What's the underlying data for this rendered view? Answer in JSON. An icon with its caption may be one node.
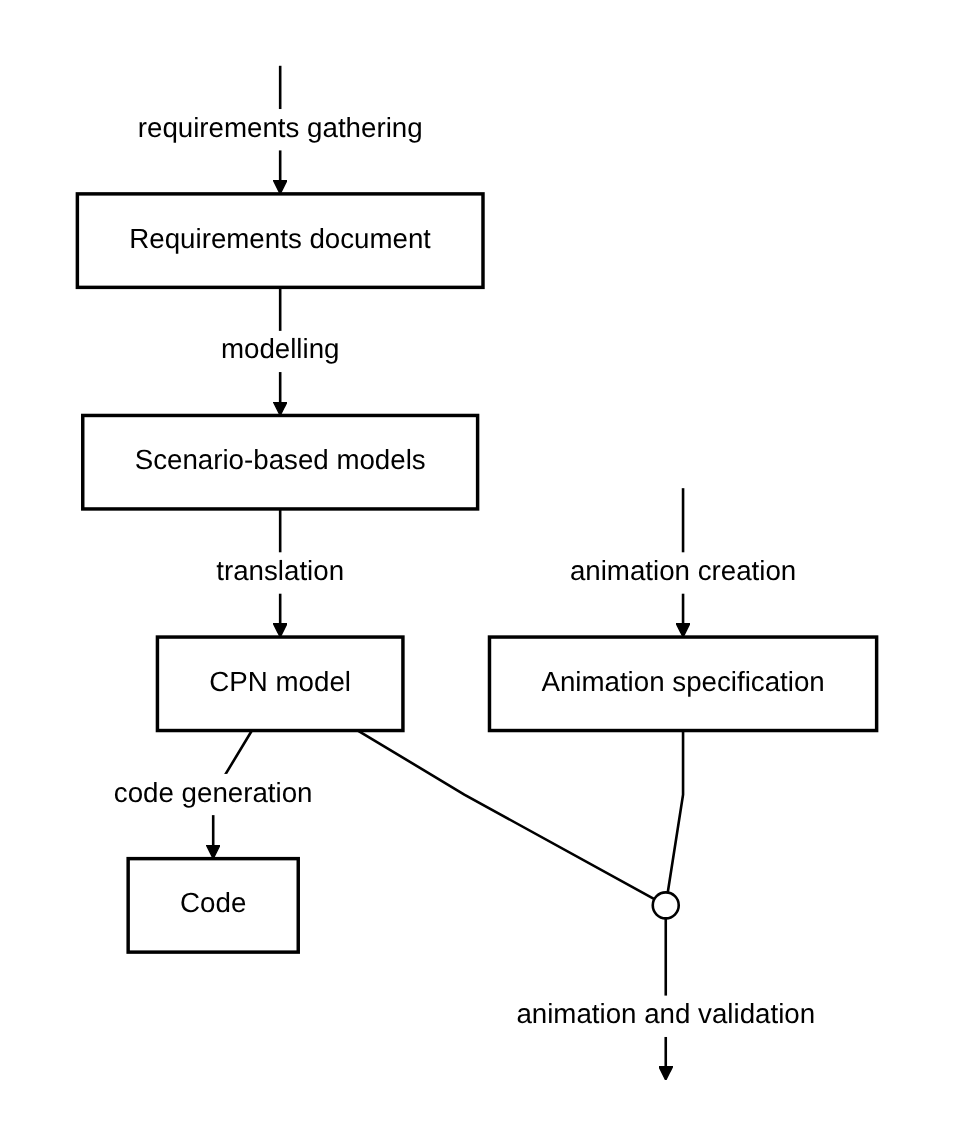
{
  "diagram": {
    "nodes": [
      {
        "text": [
          "Requirements document"
        ]
      },
      {
        "text": [
          "Scenario-based models"
        ]
      },
      {
        "text": [
          "Animation specification"
        ]
      },
      {
        "text": [
          "CPN model"
        ]
      },
      {
        "text": [
          "Code"
        ]
      },
      {
        "text": [],
        "shape": "circle"
      }
    ],
    "edges": [
      {
        "from": null,
        "to": 0,
        "arrow": "to",
        "label": "requirements gathering"
      },
      {
        "from": 0,
        "to": 1,
        "arrow": "to",
        "label": "modelling"
      },
      {
        "from": 1,
        "to": 3,
        "arrow": "to",
        "label": "translation"
      },
      {
        "from": null,
        "to": 2,
        "arrow": "to",
        "label": "animation creation"
      },
      {
        "from": 3,
        "to": 4,
        "arrow": "to",
        "label": "code generation"
      },
      {
        "from": 3,
        "to": 5,
        "arrow": "none"
      },
      {
        "from": 2,
        "to": 5,
        "arrow": "none"
      },
      {
        "from": 5,
        "to": null,
        "arrow": "to",
        "label": "animation and validation"
      }
    ]
  }
}
